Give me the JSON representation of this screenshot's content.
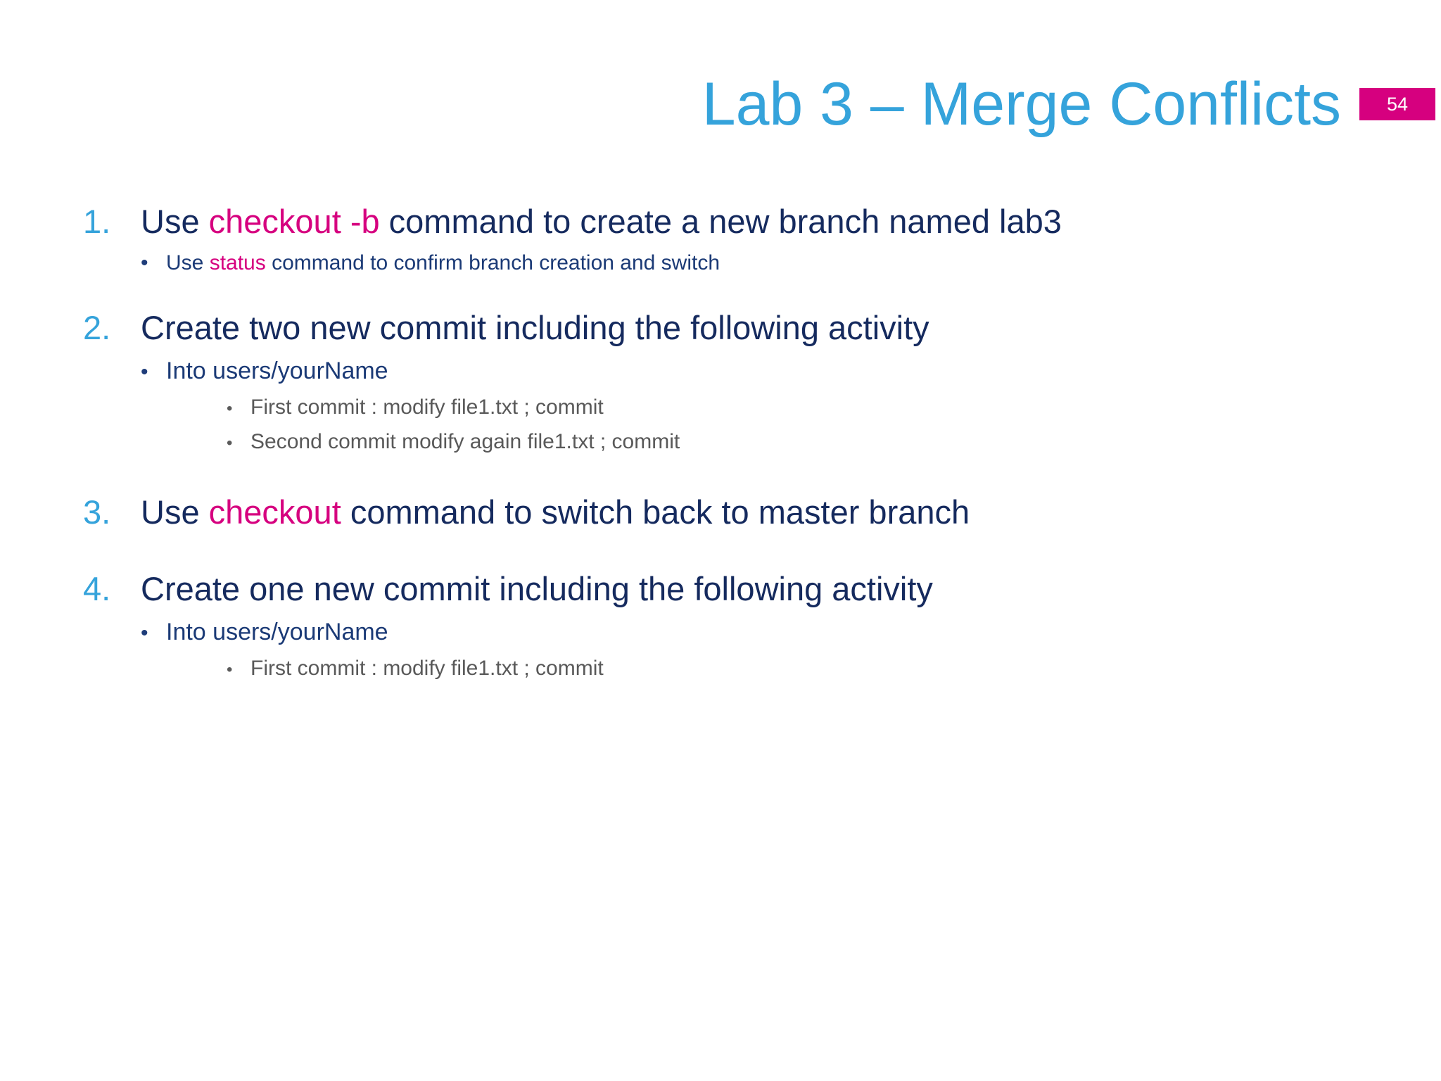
{
  "slide": {
    "title": "Lab 3 – Merge Conflicts",
    "page_number": "54",
    "colors": {
      "title_blue": "#35a3db",
      "accent_pink": "#d6007f",
      "body_navy": "#152a5e",
      "sub_navy": "#1b3a76",
      "sub_gray": "#595959",
      "background": "#ffffff"
    },
    "bullet_glyph": "•"
  },
  "items": [
    {
      "number": "1.",
      "text_before": "Use ",
      "keyword": "checkout -b",
      "text_after": " command to create a new branch named lab3",
      "sub": [
        {
          "level": 2,
          "text_before": "Use ",
          "keyword": "status",
          "text_after": " command to confirm branch creation and switch"
        }
      ]
    },
    {
      "number": "2.",
      "text_before": "Create two new commit including the following activity",
      "keyword": "",
      "text_after": "",
      "sub": [
        {
          "level": 2,
          "text_before": "Into users/yourName",
          "keyword": "",
          "text_after": ""
        },
        {
          "level": 3,
          "text_before": "First commit : modify file1.txt  ; commit",
          "keyword": "",
          "text_after": ""
        },
        {
          "level": 3,
          "text_before": "Second commit modify again file1.txt ; commit",
          "keyword": "",
          "text_after": ""
        }
      ]
    },
    {
      "number": "3.",
      "text_before": "Use ",
      "keyword": "checkout",
      "text_after": " command to switch back to master branch",
      "sub": []
    },
    {
      "number": "4.",
      "text_before": "Create one new commit including the following activity",
      "keyword": "",
      "text_after": "",
      "sub": [
        {
          "level": 2,
          "text_before": "Into users/yourName",
          "keyword": "",
          "text_after": ""
        },
        {
          "level": 3,
          "text_before": "First commit : modify file1.txt  ; commit",
          "keyword": "",
          "text_after": ""
        }
      ]
    }
  ]
}
